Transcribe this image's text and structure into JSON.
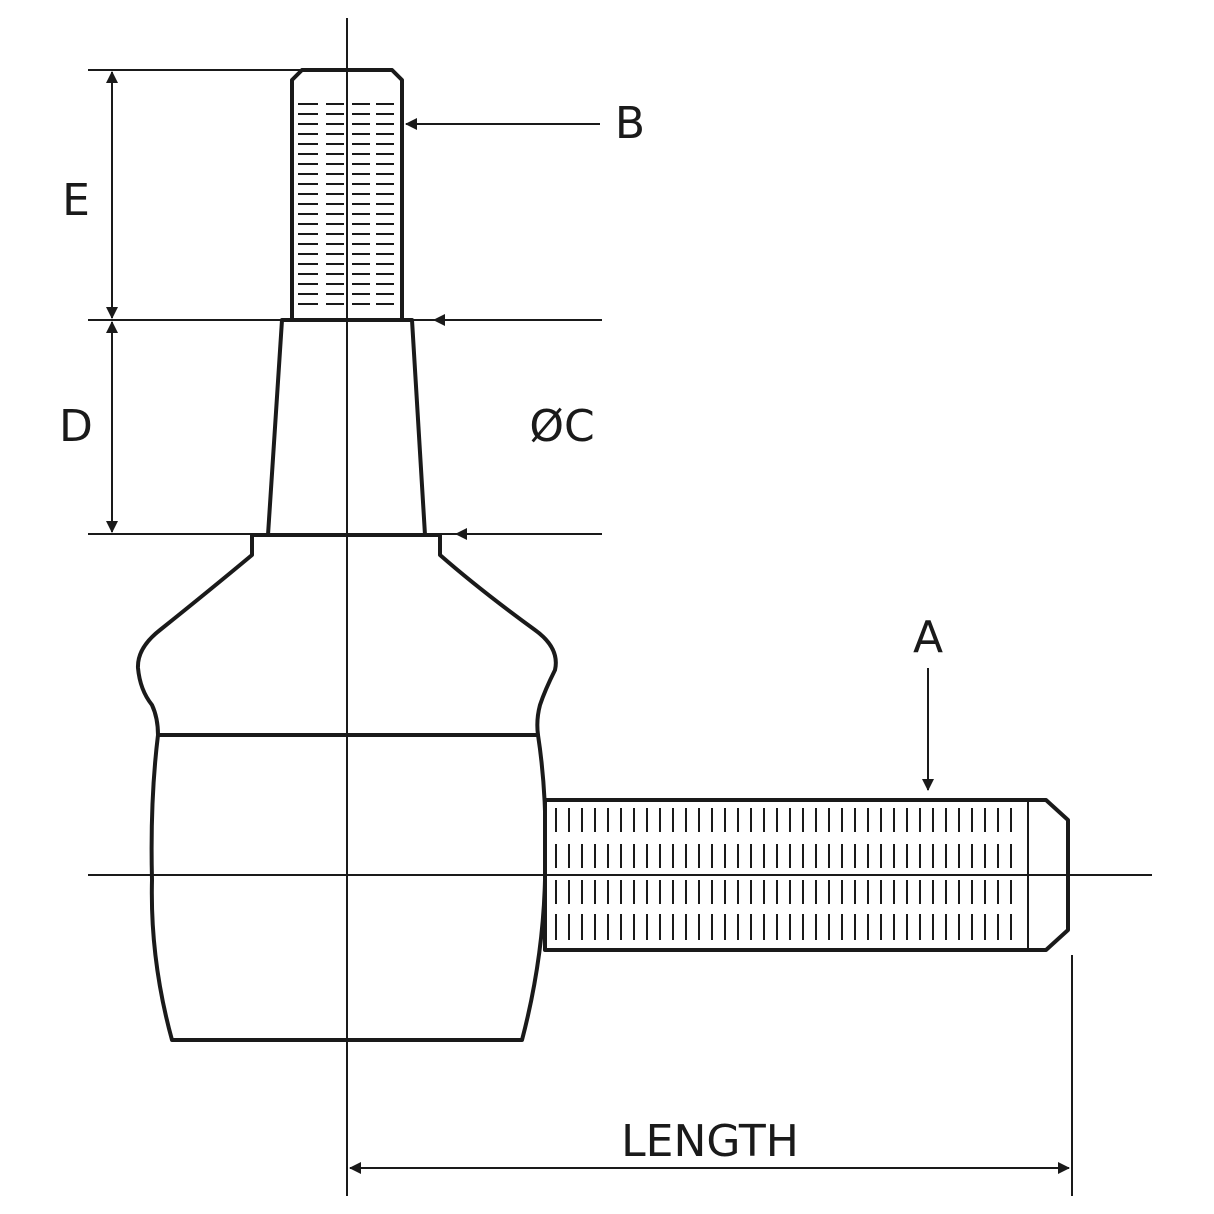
{
  "labels": {
    "a": "A",
    "b": "B",
    "c": "ØC",
    "d": "D",
    "e": "E",
    "length": "LENGTH"
  },
  "colors": {
    "line": "#1a1a1a",
    "background": "#ffffff"
  }
}
